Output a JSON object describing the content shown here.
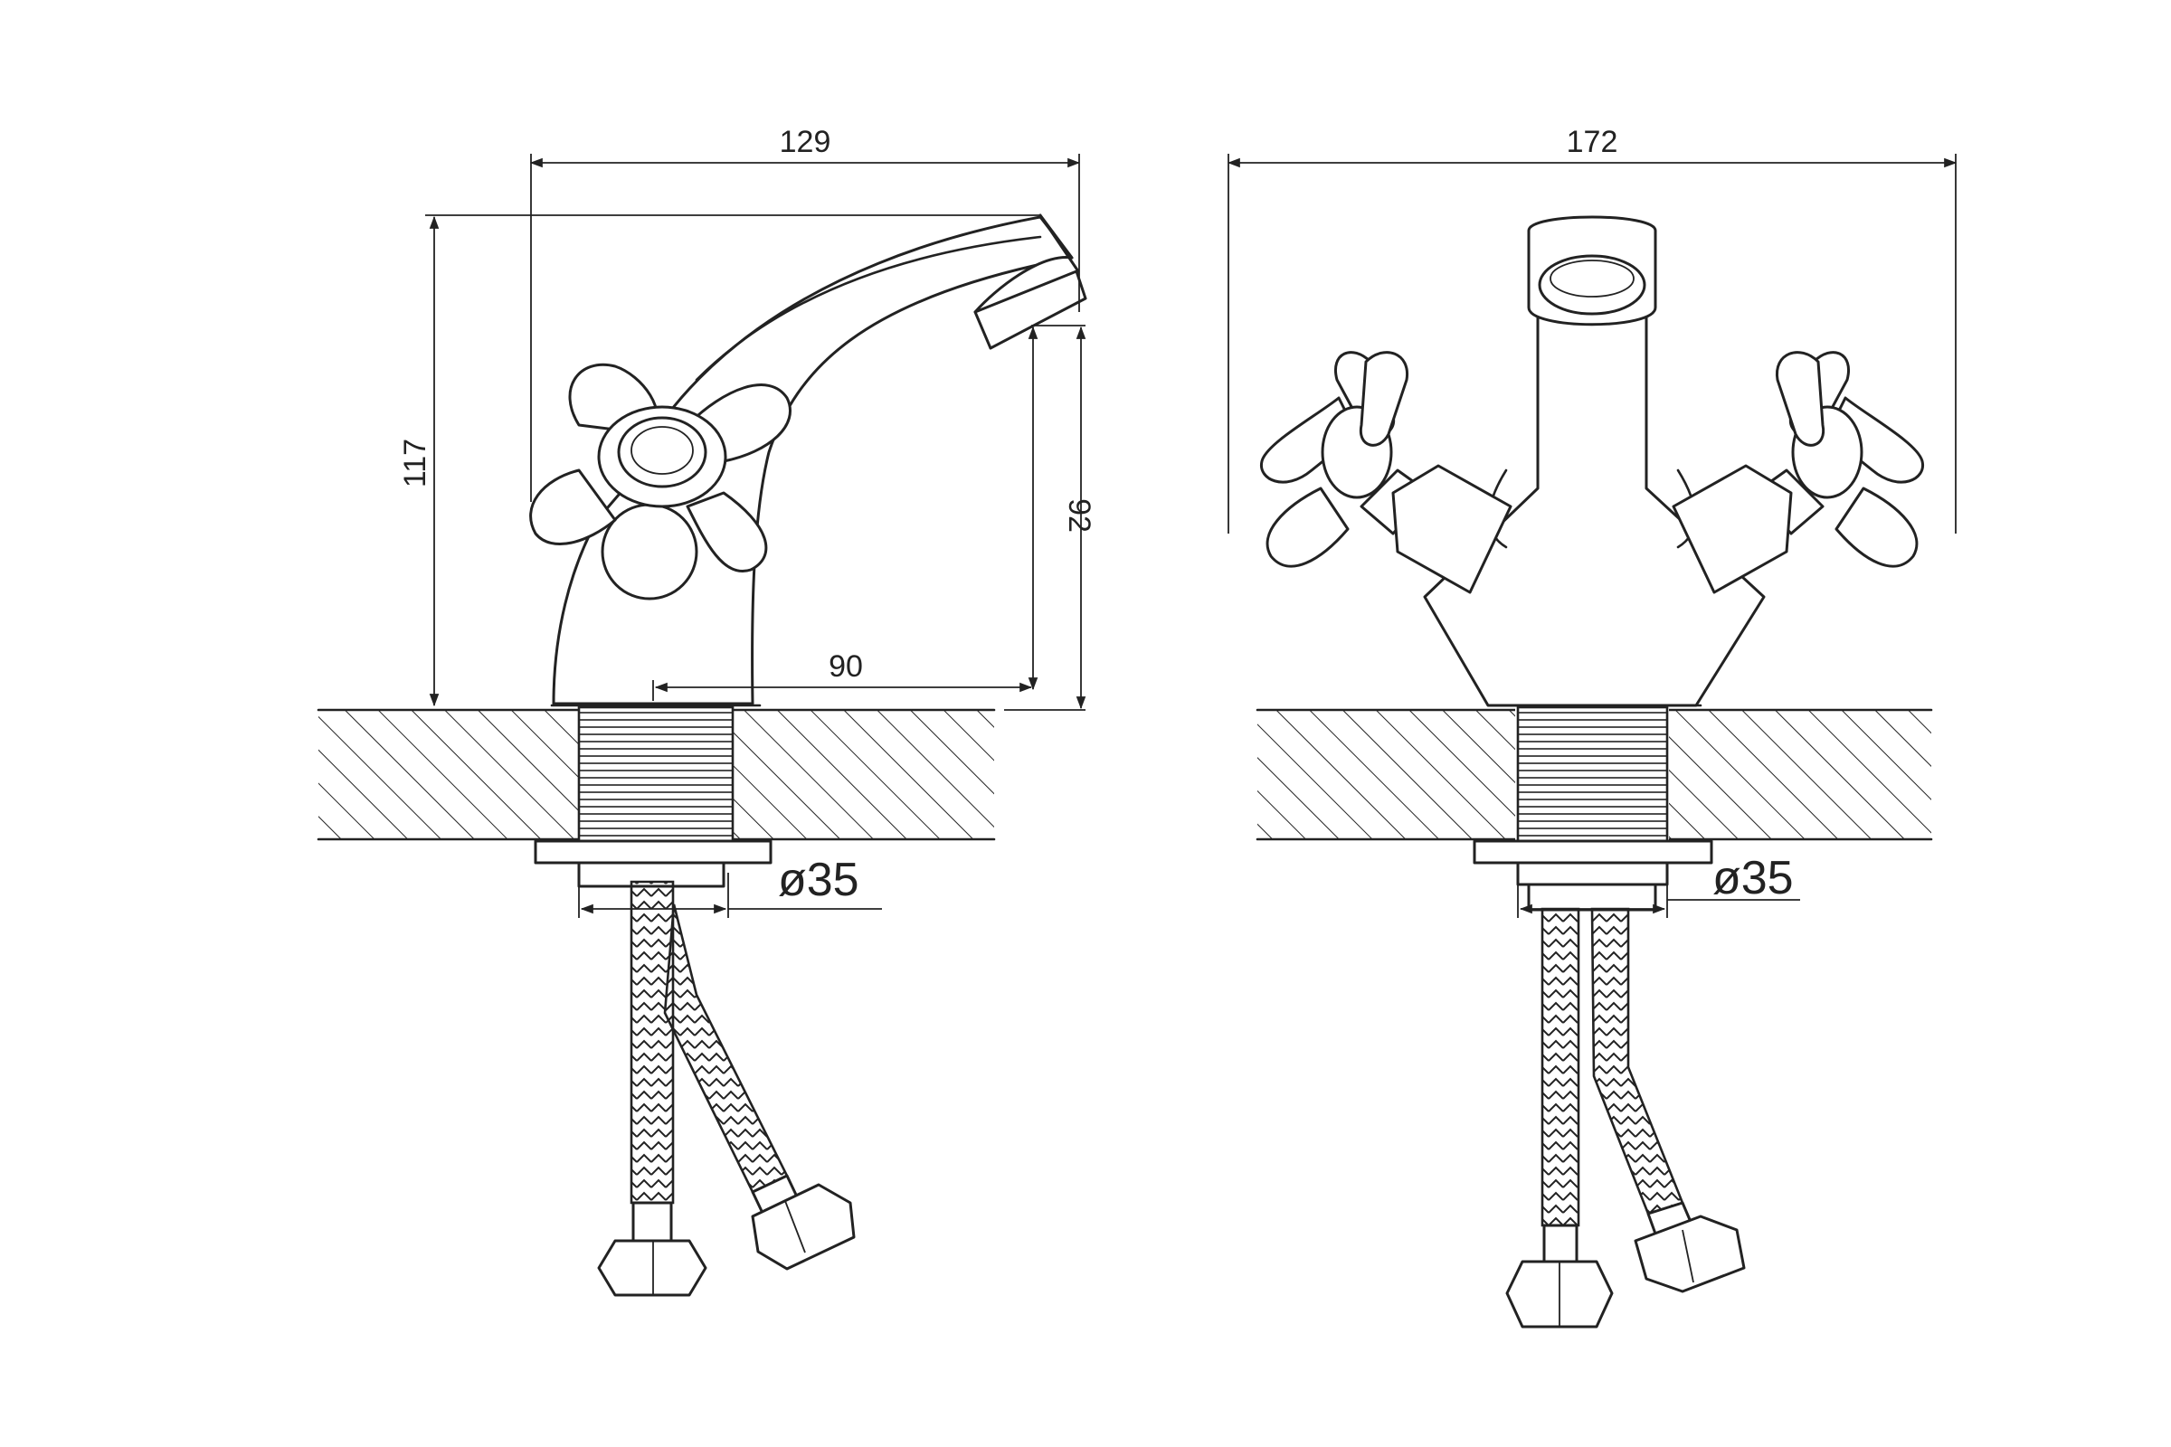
{
  "side_view": {
    "width_label": "129",
    "height_label": "117",
    "spout_height_label": "92",
    "reach_label": "90",
    "diameter_label": "ø35"
  },
  "front_view": {
    "width_label": "172",
    "diameter_label": "ø35"
  }
}
